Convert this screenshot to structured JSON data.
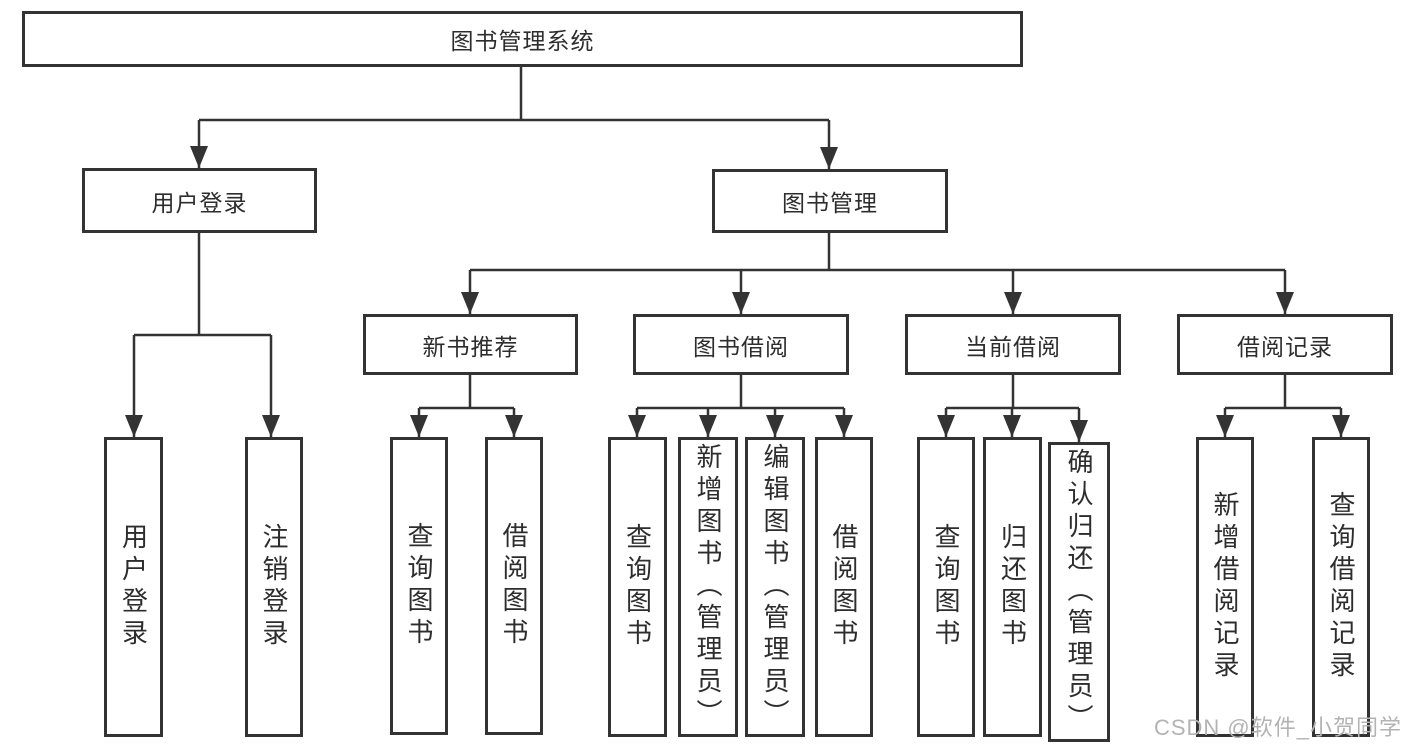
{
  "diagram": {
    "root": {
      "label": "图书管理系统"
    },
    "level2": [
      {
        "label": "用户登录"
      },
      {
        "label": "图书管理"
      }
    ],
    "level3": [
      {
        "label": "新书推荐",
        "parent": "图书管理"
      },
      {
        "label": "图书借阅",
        "parent": "图书管理"
      },
      {
        "label": "当前借阅",
        "parent": "图书管理"
      },
      {
        "label": "借阅记录",
        "parent": "图书管理"
      }
    ],
    "leaves": [
      {
        "label": "用户登录",
        "parent": "用户登录"
      },
      {
        "label": "注销登录",
        "parent": "用户登录"
      },
      {
        "label": "查询图书",
        "parent": "新书推荐"
      },
      {
        "label": "借阅图书",
        "parent": "新书推荐"
      },
      {
        "label": "查询图书",
        "parent": "图书借阅"
      },
      {
        "label": "新增图书（管理员）",
        "parent": "图书借阅"
      },
      {
        "label": "编辑图书（管理员）",
        "parent": "图书借阅"
      },
      {
        "label": "借阅图书",
        "parent": "图书借阅"
      },
      {
        "label": "查询图书",
        "parent": "当前借阅"
      },
      {
        "label": "归还图书",
        "parent": "当前借阅"
      },
      {
        "label": "确认归还（管理员）",
        "parent": "当前借阅"
      },
      {
        "label": "新增借阅记录",
        "parent": "借阅记录"
      },
      {
        "label": "查询借阅记录",
        "parent": "借阅记录"
      }
    ],
    "watermark": "CSDN @软件_小贺同学",
    "colors": {
      "line": "#333333",
      "box_background": "#ffffff",
      "text": "#2d2d2d",
      "watermark": "#b3b3b3",
      "background": "#ffffff"
    }
  }
}
